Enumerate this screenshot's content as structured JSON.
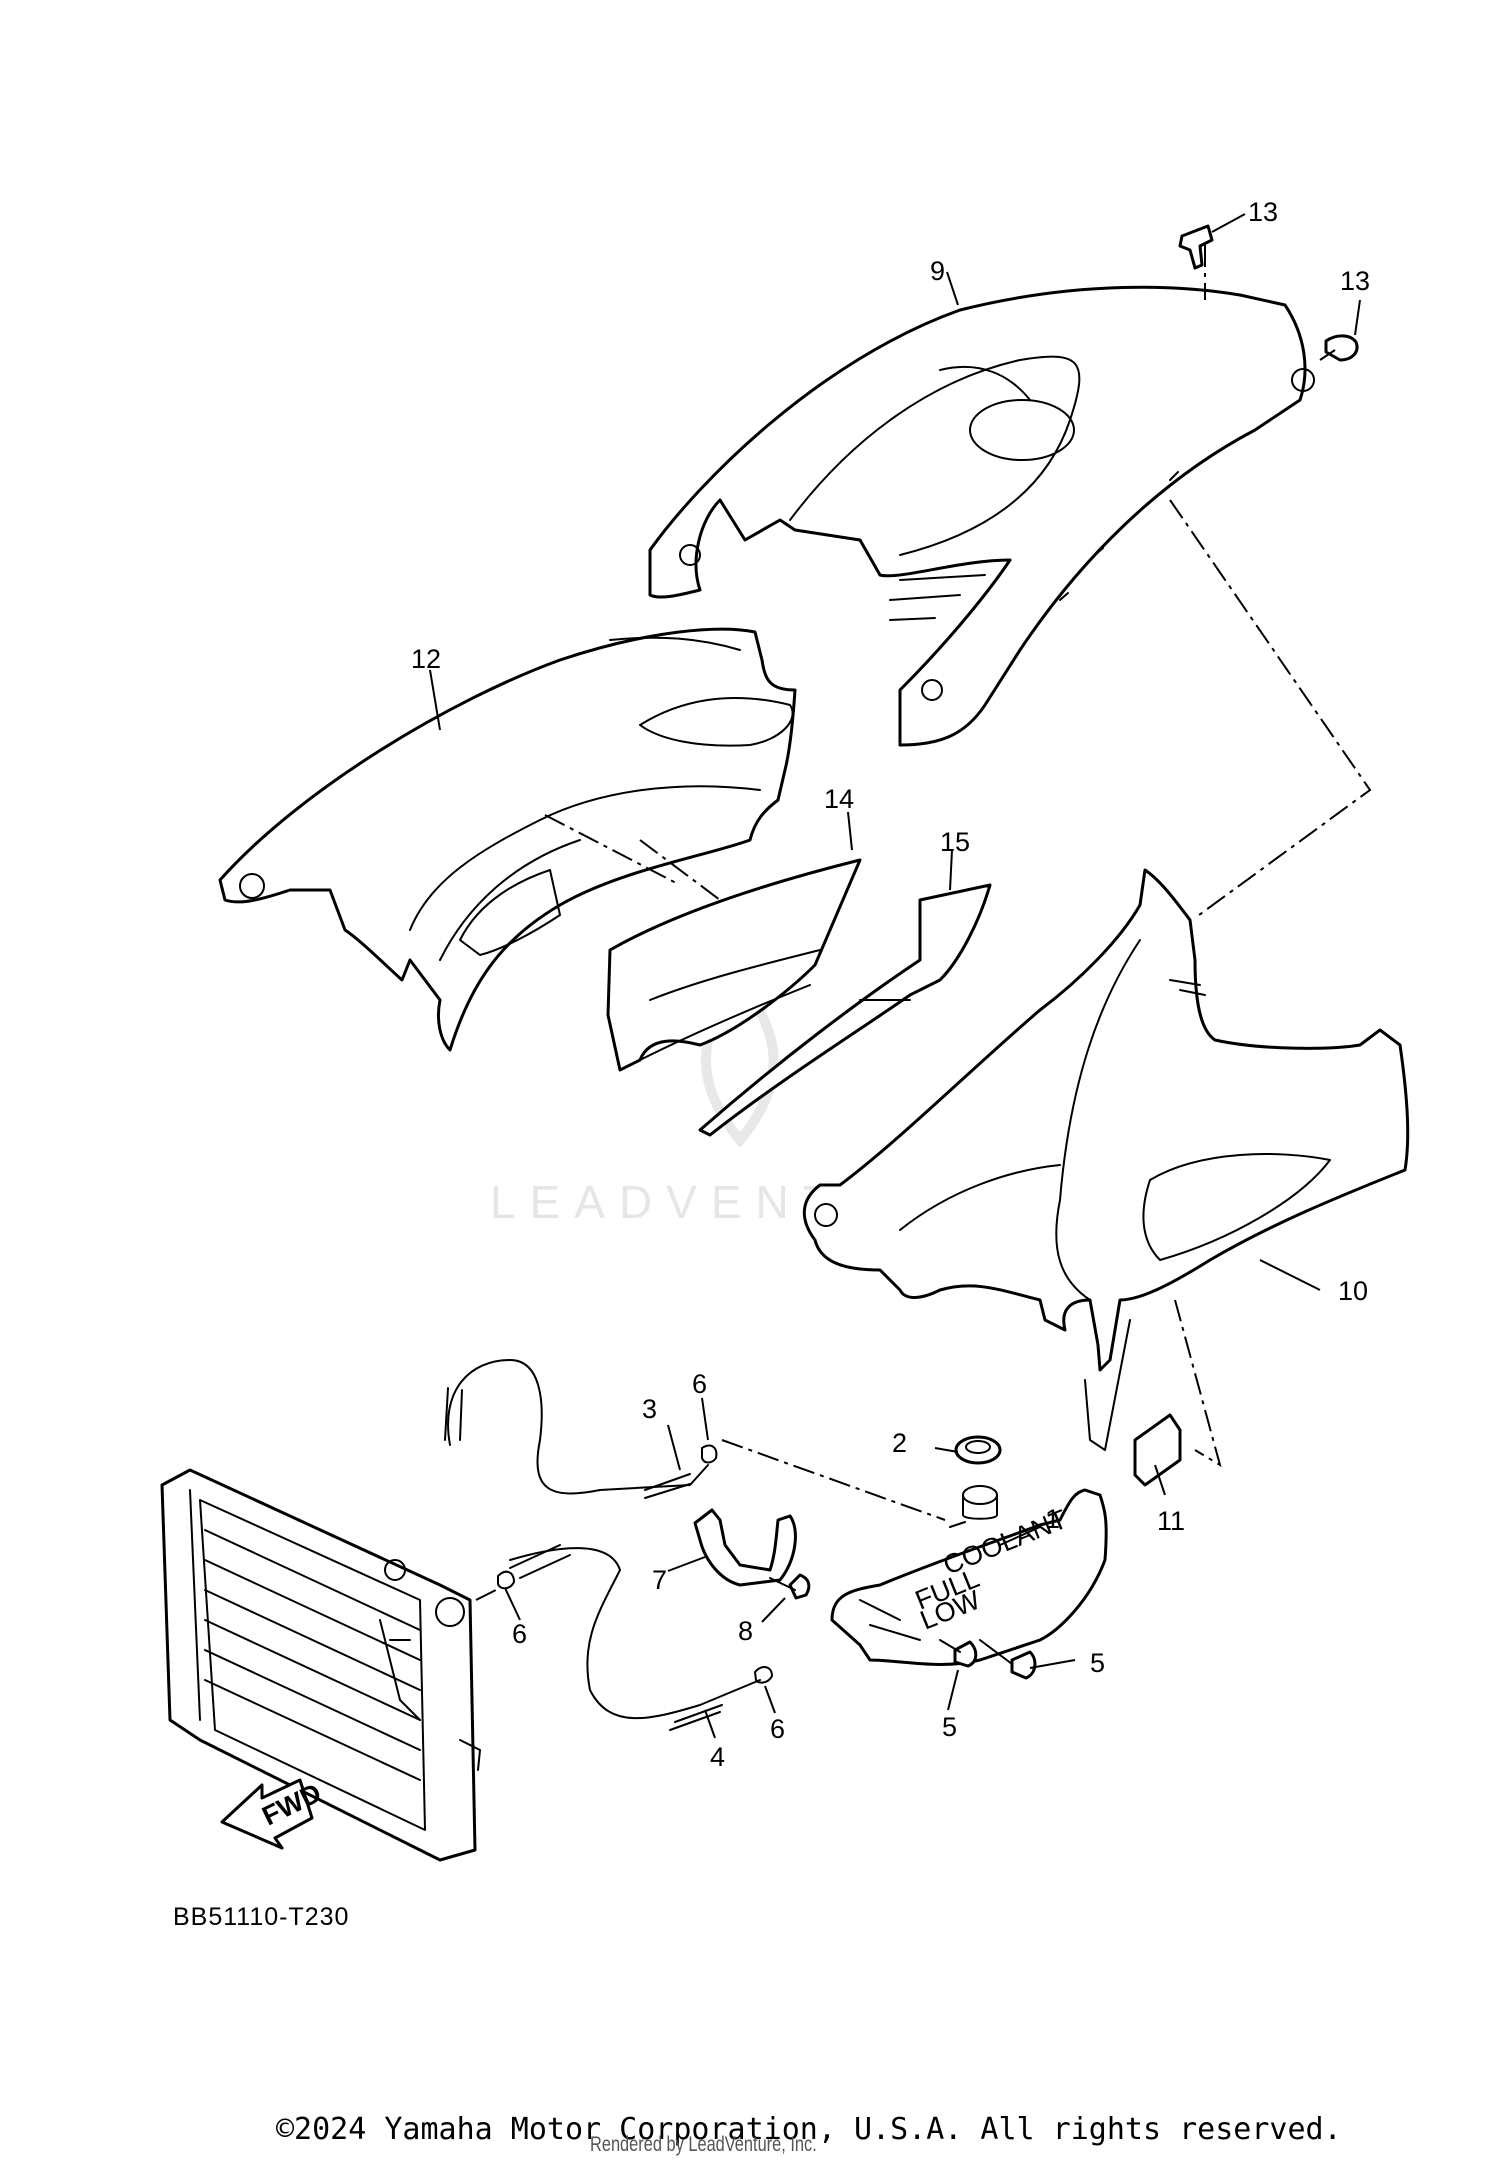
{
  "diagram": {
    "code": "BB51110-T230",
    "fwd_label": "FWD",
    "watermark": "LEADVENTURE",
    "callouts": [
      {
        "id": "c1",
        "label": "1"
      },
      {
        "id": "c2",
        "label": "2"
      },
      {
        "id": "c3",
        "label": "3"
      },
      {
        "id": "c4",
        "label": "4"
      },
      {
        "id": "c5a",
        "label": "5"
      },
      {
        "id": "c5b",
        "label": "5"
      },
      {
        "id": "c6a",
        "label": "6"
      },
      {
        "id": "c6b",
        "label": "6"
      },
      {
        "id": "c6c",
        "label": "6"
      },
      {
        "id": "c7",
        "label": "7"
      },
      {
        "id": "c8",
        "label": "8"
      },
      {
        "id": "c9",
        "label": "9"
      },
      {
        "id": "c10",
        "label": "10"
      },
      {
        "id": "c11",
        "label": "11"
      },
      {
        "id": "c12",
        "label": "12"
      },
      {
        "id": "c13a",
        "label": "13"
      },
      {
        "id": "c13b",
        "label": "13"
      },
      {
        "id": "c14",
        "label": "14"
      },
      {
        "id": "c15",
        "label": "15"
      }
    ],
    "tank_labels": {
      "coolant": "COOLANT",
      "full": "FULL",
      "low": "LOW"
    }
  },
  "footer": {
    "copyright": "©2024 Yamaha Motor Corporation, U.S.A. All rights reserved.",
    "rendered_by": "Rendered by LeadVenture, Inc."
  }
}
